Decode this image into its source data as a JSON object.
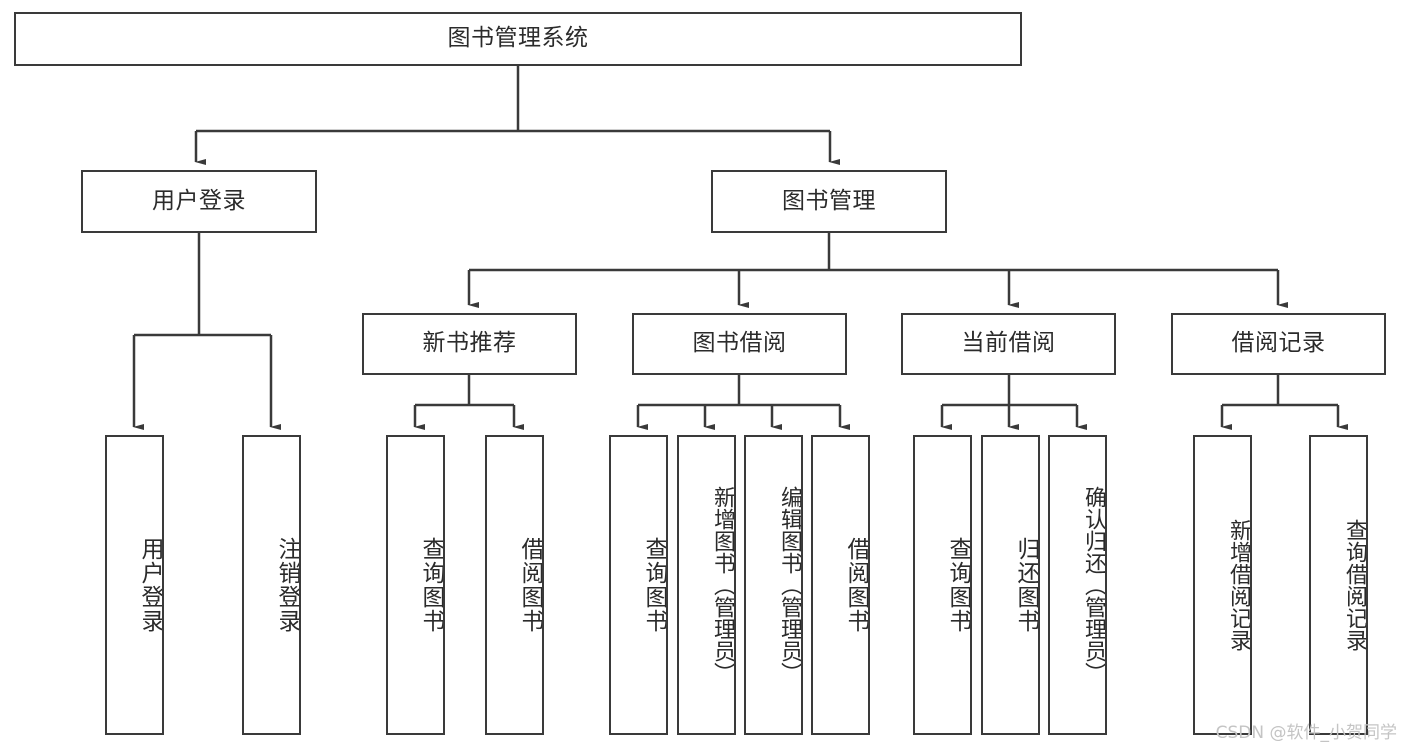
{
  "diagram": {
    "title": "图书管理系统",
    "type": "functional-structure-tree",
    "root": {
      "id": "root",
      "label": "图书管理系统",
      "orientation": "horizontal"
    },
    "level2": [
      {
        "id": "user-login",
        "label": "用户登录",
        "orientation": "horizontal"
      },
      {
        "id": "book-admin",
        "label": "图书管理",
        "orientation": "horizontal"
      }
    ],
    "level3": [
      {
        "id": "new-book-rec",
        "label": "新书推荐",
        "orientation": "horizontal",
        "parent": "book-admin"
      },
      {
        "id": "book-borrow",
        "label": "图书借阅",
        "orientation": "horizontal",
        "parent": "book-admin"
      },
      {
        "id": "current-borrow",
        "label": "当前借阅",
        "orientation": "horizontal",
        "parent": "book-admin"
      },
      {
        "id": "borrow-record",
        "label": "借阅记录",
        "orientation": "horizontal",
        "parent": "book-admin"
      }
    ],
    "leaves": [
      {
        "id": "leaf-user-login",
        "label": "用户登录",
        "parent": "user-login",
        "orientation": "vertical"
      },
      {
        "id": "leaf-logout",
        "label": "注销登录",
        "parent": "user-login",
        "orientation": "vertical"
      },
      {
        "id": "leaf-query-book-rec",
        "label": "查询图书",
        "parent": "new-book-rec",
        "orientation": "vertical"
      },
      {
        "id": "leaf-borrow-book-rec",
        "label": "借阅图书",
        "parent": "new-book-rec",
        "orientation": "vertical"
      },
      {
        "id": "leaf-query-book-borrow",
        "label": "查询图书",
        "parent": "book-borrow",
        "orientation": "vertical"
      },
      {
        "id": "leaf-add-book",
        "label": "新增图书（管理员）",
        "parent": "book-borrow",
        "orientation": "vertical"
      },
      {
        "id": "leaf-edit-book",
        "label": "编辑图书（管理员）",
        "parent": "book-borrow",
        "orientation": "vertical"
      },
      {
        "id": "leaf-borrow-book",
        "label": "借阅图书",
        "parent": "book-borrow",
        "orientation": "vertical"
      },
      {
        "id": "leaf-query-book-current",
        "label": "查询图书",
        "parent": "current-borrow",
        "orientation": "vertical"
      },
      {
        "id": "leaf-return-book",
        "label": "归还图书",
        "parent": "current-borrow",
        "orientation": "vertical"
      },
      {
        "id": "leaf-confirm-return",
        "label": "确认归还（管理员）",
        "parent": "current-borrow",
        "orientation": "vertical"
      },
      {
        "id": "leaf-add-record",
        "label": "新增借阅记录",
        "parent": "borrow-record",
        "orientation": "vertical"
      },
      {
        "id": "leaf-query-record",
        "label": "查询借阅记录",
        "parent": "borrow-record",
        "orientation": "vertical"
      }
    ],
    "watermark": "CSDN @软件_小贺同学",
    "colors": {
      "stroke": "#3a3a3a",
      "fill": "#ffffff",
      "text": "#2b2b2b",
      "watermark": "#c4c4c4"
    }
  }
}
